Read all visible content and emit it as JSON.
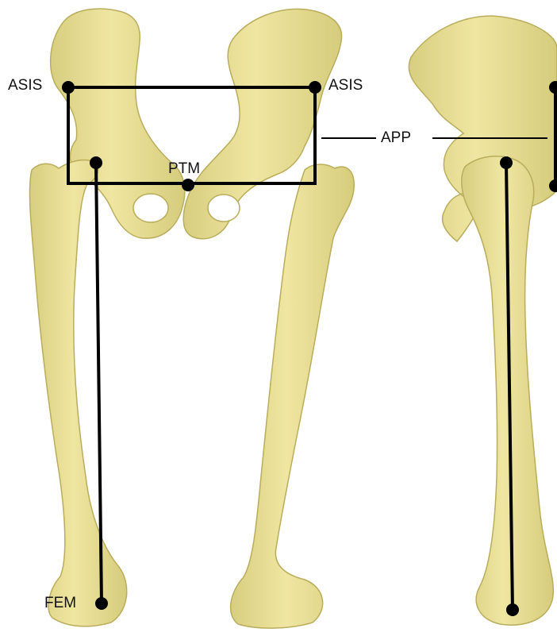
{
  "labels": {
    "asis_left": "ASIS",
    "asis_right": "ASIS",
    "app": "APP",
    "ptm": "PTM",
    "fem": "FEM"
  },
  "colors": {
    "bone": "#ece39b",
    "bone_shadow": "#d3c976",
    "bone_outline": "#b9ad5c",
    "marker": "#000000",
    "background": "#ffffff"
  }
}
